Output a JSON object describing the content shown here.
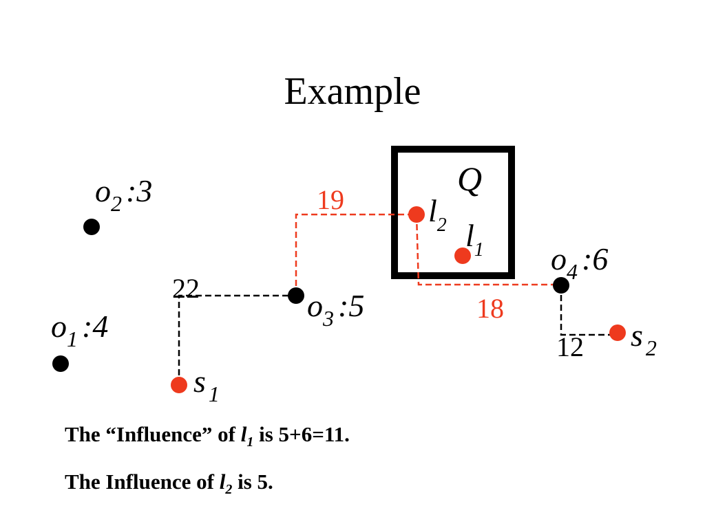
{
  "title": "Example",
  "colors": {
    "object": "#000000",
    "site": "#ee3a1e",
    "distance_label": "#ee3a1e"
  },
  "region": {
    "label": "Q"
  },
  "objects": [
    {
      "name": "o",
      "sub": "1",
      "weight": ":4"
    },
    {
      "name": "o",
      "sub": "2",
      "weight": ":3"
    },
    {
      "name": "o",
      "sub": "3",
      "weight": ":5"
    },
    {
      "name": "o",
      "sub": "4",
      "weight": ":6"
    }
  ],
  "candidates": [
    {
      "name": "l",
      "sub": "1"
    },
    {
      "name": "l",
      "sub": "2"
    }
  ],
  "sites": [
    {
      "name": "s",
      "sub": "1"
    },
    {
      "name": "s",
      "sub": "2"
    }
  ],
  "distances": [
    {
      "value": "22",
      "color": "#000000"
    },
    {
      "value": "19",
      "color": "#ee3a1e"
    },
    {
      "value": "18",
      "color": "#ee3a1e"
    },
    {
      "value": "12",
      "color": "#000000"
    }
  ],
  "captions": [
    {
      "prefix": "The “Influence” of ",
      "var": "l",
      "sub": "1",
      "suffix": " is 5+6=11."
    },
    {
      "prefix": "The Influence of ",
      "var": "l",
      "sub": "2",
      "suffix": " is 5."
    }
  ]
}
